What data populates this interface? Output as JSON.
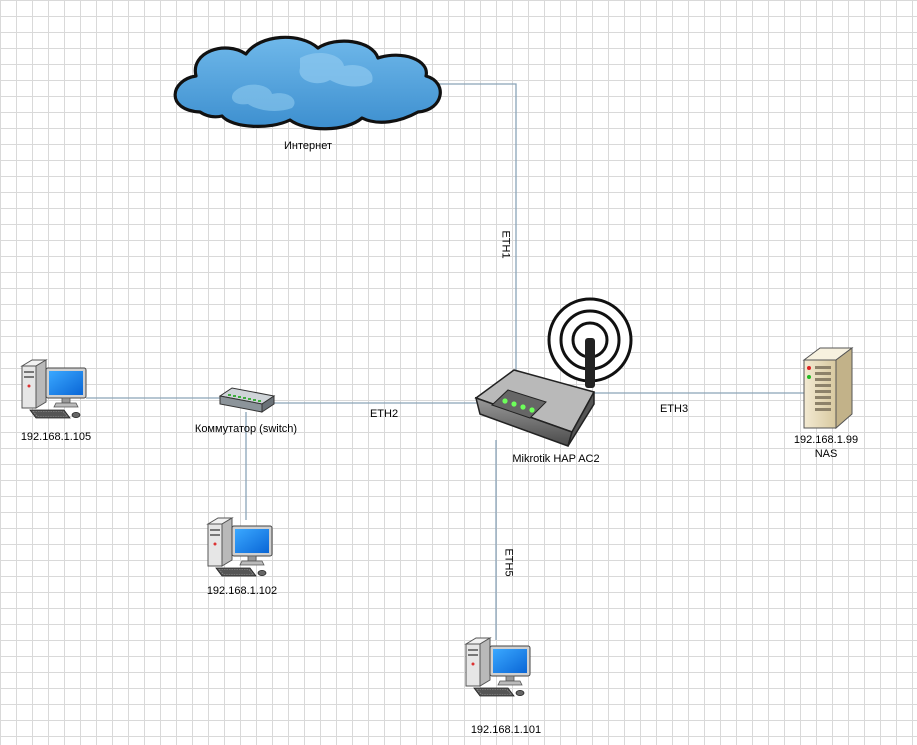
{
  "nodes": {
    "internet": {
      "label": "Интернет",
      "icon": "cloud-icon"
    },
    "router": {
      "label": "Mikrotik HAP AC2",
      "icon": "wireless-router-icon"
    },
    "switch": {
      "label": "Коммутатор (switch)",
      "icon": "network-switch-icon"
    },
    "pc_105": {
      "label": "192.168.1.105",
      "icon": "desktop-computer-icon"
    },
    "pc_102": {
      "label": "192.168.1.102",
      "icon": "desktop-computer-icon"
    },
    "pc_101": {
      "label": "192.168.1.101",
      "icon": "desktop-computer-icon"
    },
    "nas": {
      "label": "192.168.1.99",
      "sublabel": "NAS",
      "icon": "nas-server-icon"
    }
  },
  "links": {
    "eth1": "ETH1",
    "eth2": "ETH2",
    "eth3": "ETH3",
    "eth5": "ETH5"
  },
  "colors": {
    "link": "#8aa4b8",
    "cloud_fill": "#4fa0d8",
    "screen": "#1e90ff"
  }
}
